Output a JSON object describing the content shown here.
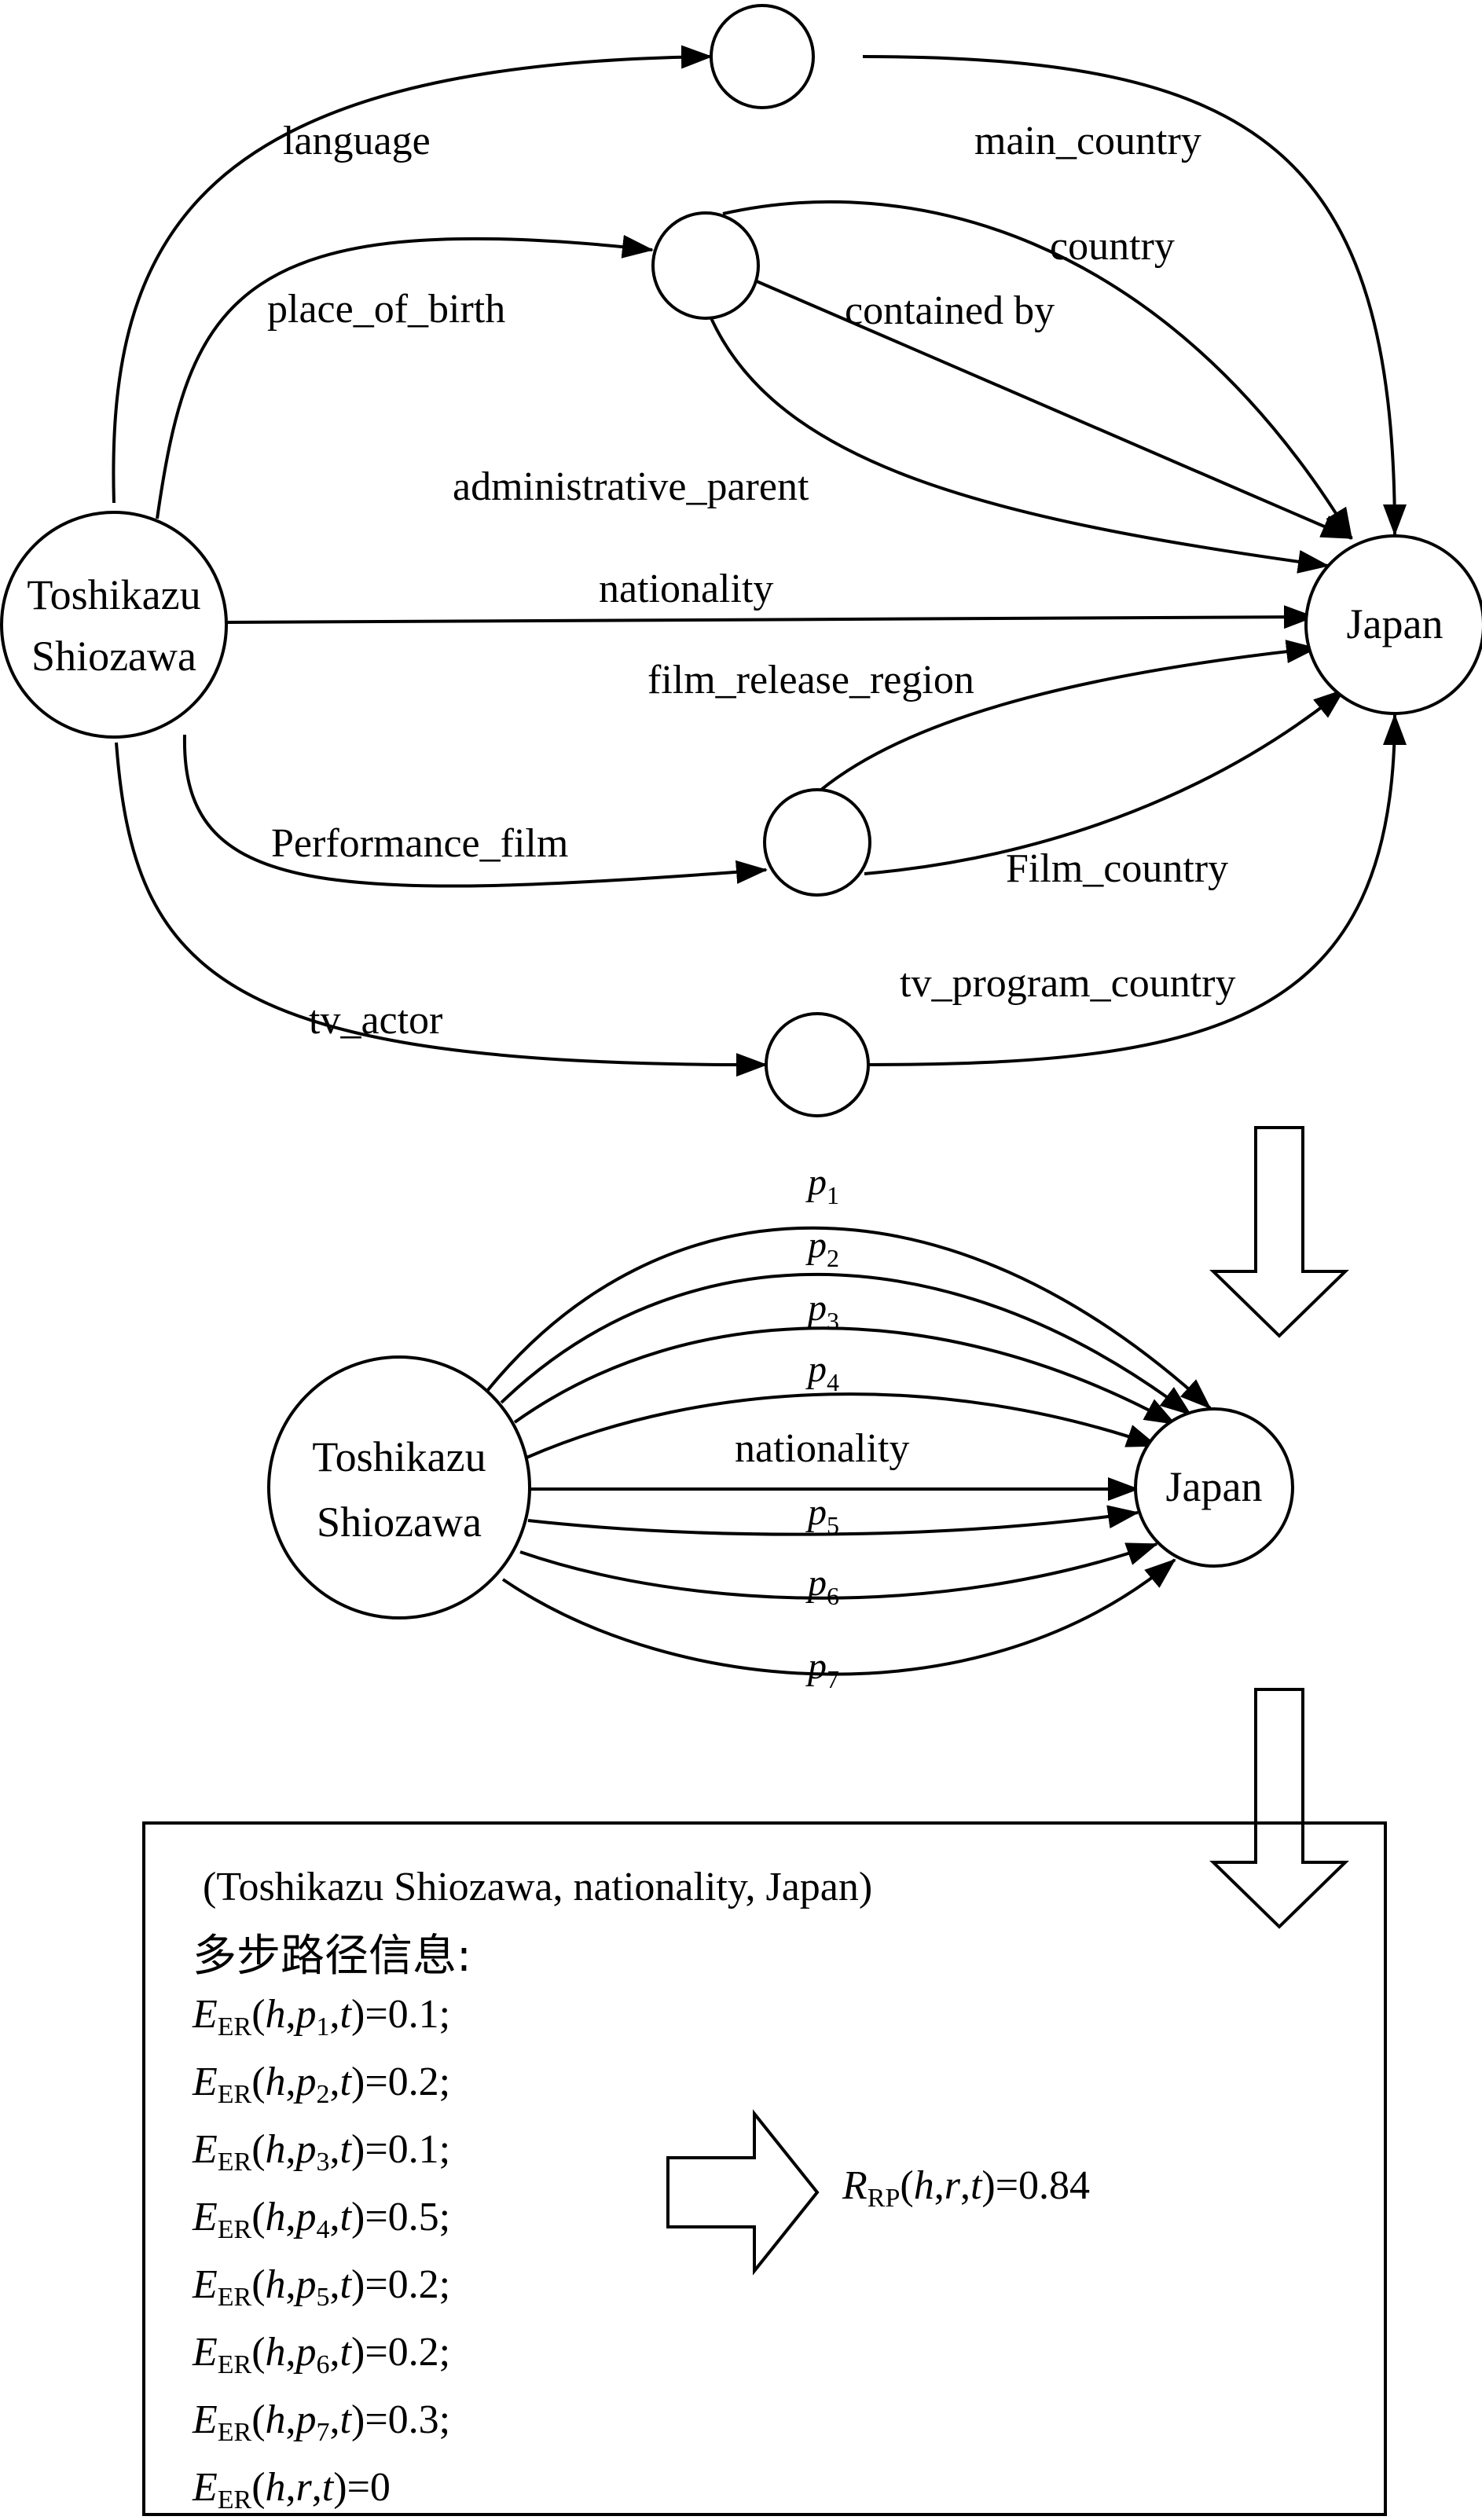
{
  "top_graph": {
    "head_entity": "Toshikazu Shiozawa",
    "tail_entity": "Japan",
    "edge_labels": {
      "language": "language",
      "main_country": "main_country",
      "place_of_birth": "place_of_birth",
      "country": "country",
      "contained_by": "contained by",
      "administrative_parent": "administrative_parent",
      "nationality": "nationality",
      "film_release_region": "film_release_region",
      "performance_film": "Performance_film",
      "film_country": "Film_country",
      "tv_actor": "tv_actor",
      "tv_program_country": "tv_program_country"
    }
  },
  "middle_graph": {
    "head_entity": "Toshikazu Shiozawa",
    "tail_entity": "Japan",
    "direct_relation": "nationality",
    "paths": [
      "p1",
      "p2",
      "p3",
      "p4",
      "p5",
      "p6",
      "p7"
    ]
  },
  "result_box": {
    "triple": "(Toshikazu Shiozawa, nationality, Japan)",
    "heading": "多步路径信息:",
    "scores": [
      {
        "path": "p1",
        "value": "0.1"
      },
      {
        "path": "p2",
        "value": "0.2"
      },
      {
        "path": "p3",
        "value": "0.1"
      },
      {
        "path": "p4",
        "value": "0.5"
      },
      {
        "path": "p5",
        "value": "0.2"
      },
      {
        "path": "p6",
        "value": "0.2"
      },
      {
        "path": "p7",
        "value": "0.3"
      },
      {
        "path": "r",
        "value": "0"
      }
    ],
    "result_value": "0.84"
  }
}
